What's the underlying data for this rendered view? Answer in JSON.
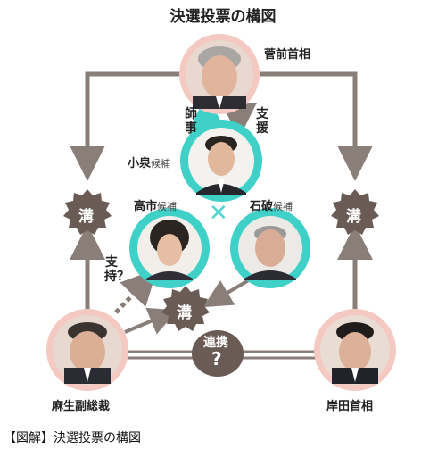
{
  "title": "決選投票の構図",
  "people": {
    "suga": {
      "name": "菅前首相",
      "suffix": ""
    },
    "koizumi": {
      "name": "小泉",
      "suffix": "候補"
    },
    "takaichi": {
      "name": "高市",
      "suffix": "候補"
    },
    "ishiba": {
      "name": "石破",
      "suffix": "候補"
    },
    "aso": {
      "name": "麻生副総裁",
      "suffix": ""
    },
    "kishida": {
      "name": "岸田首相",
      "suffix": ""
    }
  },
  "labels": {
    "shiji_mentor": "師事",
    "shien": "支援",
    "shiji_support": "支持？",
    "renkei": "連携",
    "question": "?",
    "cross": "✕"
  },
  "badges": {
    "left": "溝",
    "right": "溝",
    "center": "溝"
  },
  "caption": "【図解】決選投票の構図",
  "colors": {
    "connector": "#8a7e78",
    "badge": "#6a5b55",
    "teal": "#3fd0c8",
    "faceRing": "#f0c8c0",
    "cross": "#4fd6cf"
  }
}
